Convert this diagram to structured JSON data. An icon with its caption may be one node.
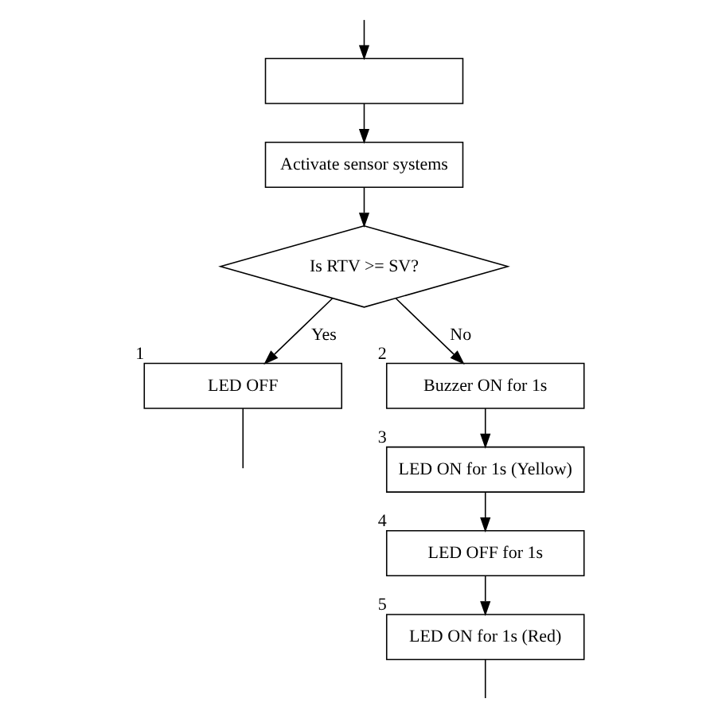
{
  "diagram": {
    "nodes": [
      {
        "text": [],
        "shape": "box"
      },
      {
        "text": [
          "Activate sensor systems"
        ]
      },
      {
        "text": [
          "Is RTV >= SV?"
        ]
      },
      {
        "text": [
          "LED OFF"
        ],
        "beside": [
          "1"
        ]
      },
      {
        "text": [
          "Buzzer ON for 1s"
        ],
        "beside": [
          "2"
        ]
      },
      {
        "text": [
          "LED ON for 1s (Yellow)"
        ],
        "beside": [
          "3"
        ]
      },
      {
        "text": [
          "LED OFF for 1s"
        ],
        "beside": [
          "4"
        ]
      },
      {
        "text": [
          "LED ON for 1s (Red)"
        ],
        "beside": [
          "5"
        ]
      }
    ],
    "edges": [
      {
        "from": null,
        "to": 0,
        "arrow": "to"
      },
      {
        "from": 0,
        "to": 1,
        "arrow": "to"
      },
      {
        "from": 1,
        "to": 2,
        "arrow": "to"
      },
      {
        "from": 2,
        "to": 3,
        "label": "Yes",
        "arrow": "to"
      },
      {
        "from": 2,
        "to": 4,
        "label": "No",
        "arrow": "to"
      },
      {
        "from": 4,
        "to": 5,
        "arrow": "to"
      },
      {
        "from": 5,
        "to": 6,
        "arrow": "to"
      },
      {
        "from": 6,
        "to": 7,
        "arrow": "to"
      },
      {
        "from": 3,
        "to": null,
        "arrow": "none"
      },
      {
        "from": 7,
        "to": null,
        "arrow": "none"
      }
    ]
  }
}
